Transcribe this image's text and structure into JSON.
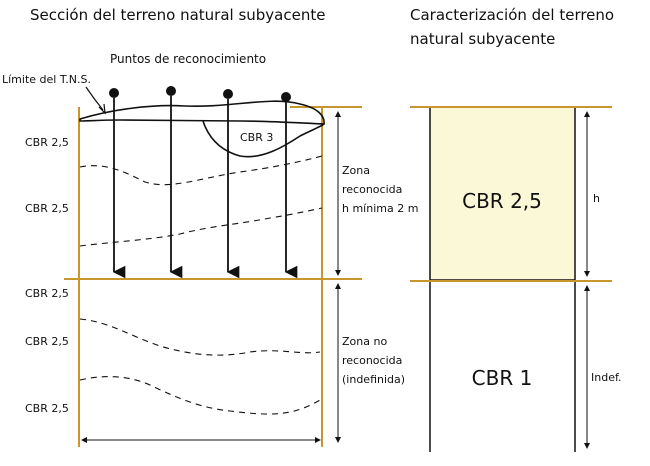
{
  "left": {
    "title": "Sección del terreno natural subyacente",
    "points_label": "Puntos de reconocimiento",
    "limit_label": "Límite del T.N.S.",
    "inclusion_label": "CBR 3",
    "layer_labels": [
      "CBR 2,5",
      "CBR 2,5",
      "CBR 2,5",
      "CBR 2,5",
      "CBR 2,5"
    ],
    "zone_recognized": [
      "Zona",
      "reconocida",
      "h mínima 2 m"
    ],
    "zone_unrecognized": [
      "Zona no",
      "reconocida",
      "(indefinida)"
    ]
  },
  "right": {
    "title": [
      "Caracterización del terreno",
      "natural subyacente"
    ],
    "upper_layer": "CBR 2,5",
    "lower_layer": "CBR 1",
    "h_label": "h",
    "indef_label": "Indef."
  },
  "colors": {
    "boundary": "#c8962e",
    "upper_fill": "#fbf8d8",
    "ink": "#111111"
  }
}
